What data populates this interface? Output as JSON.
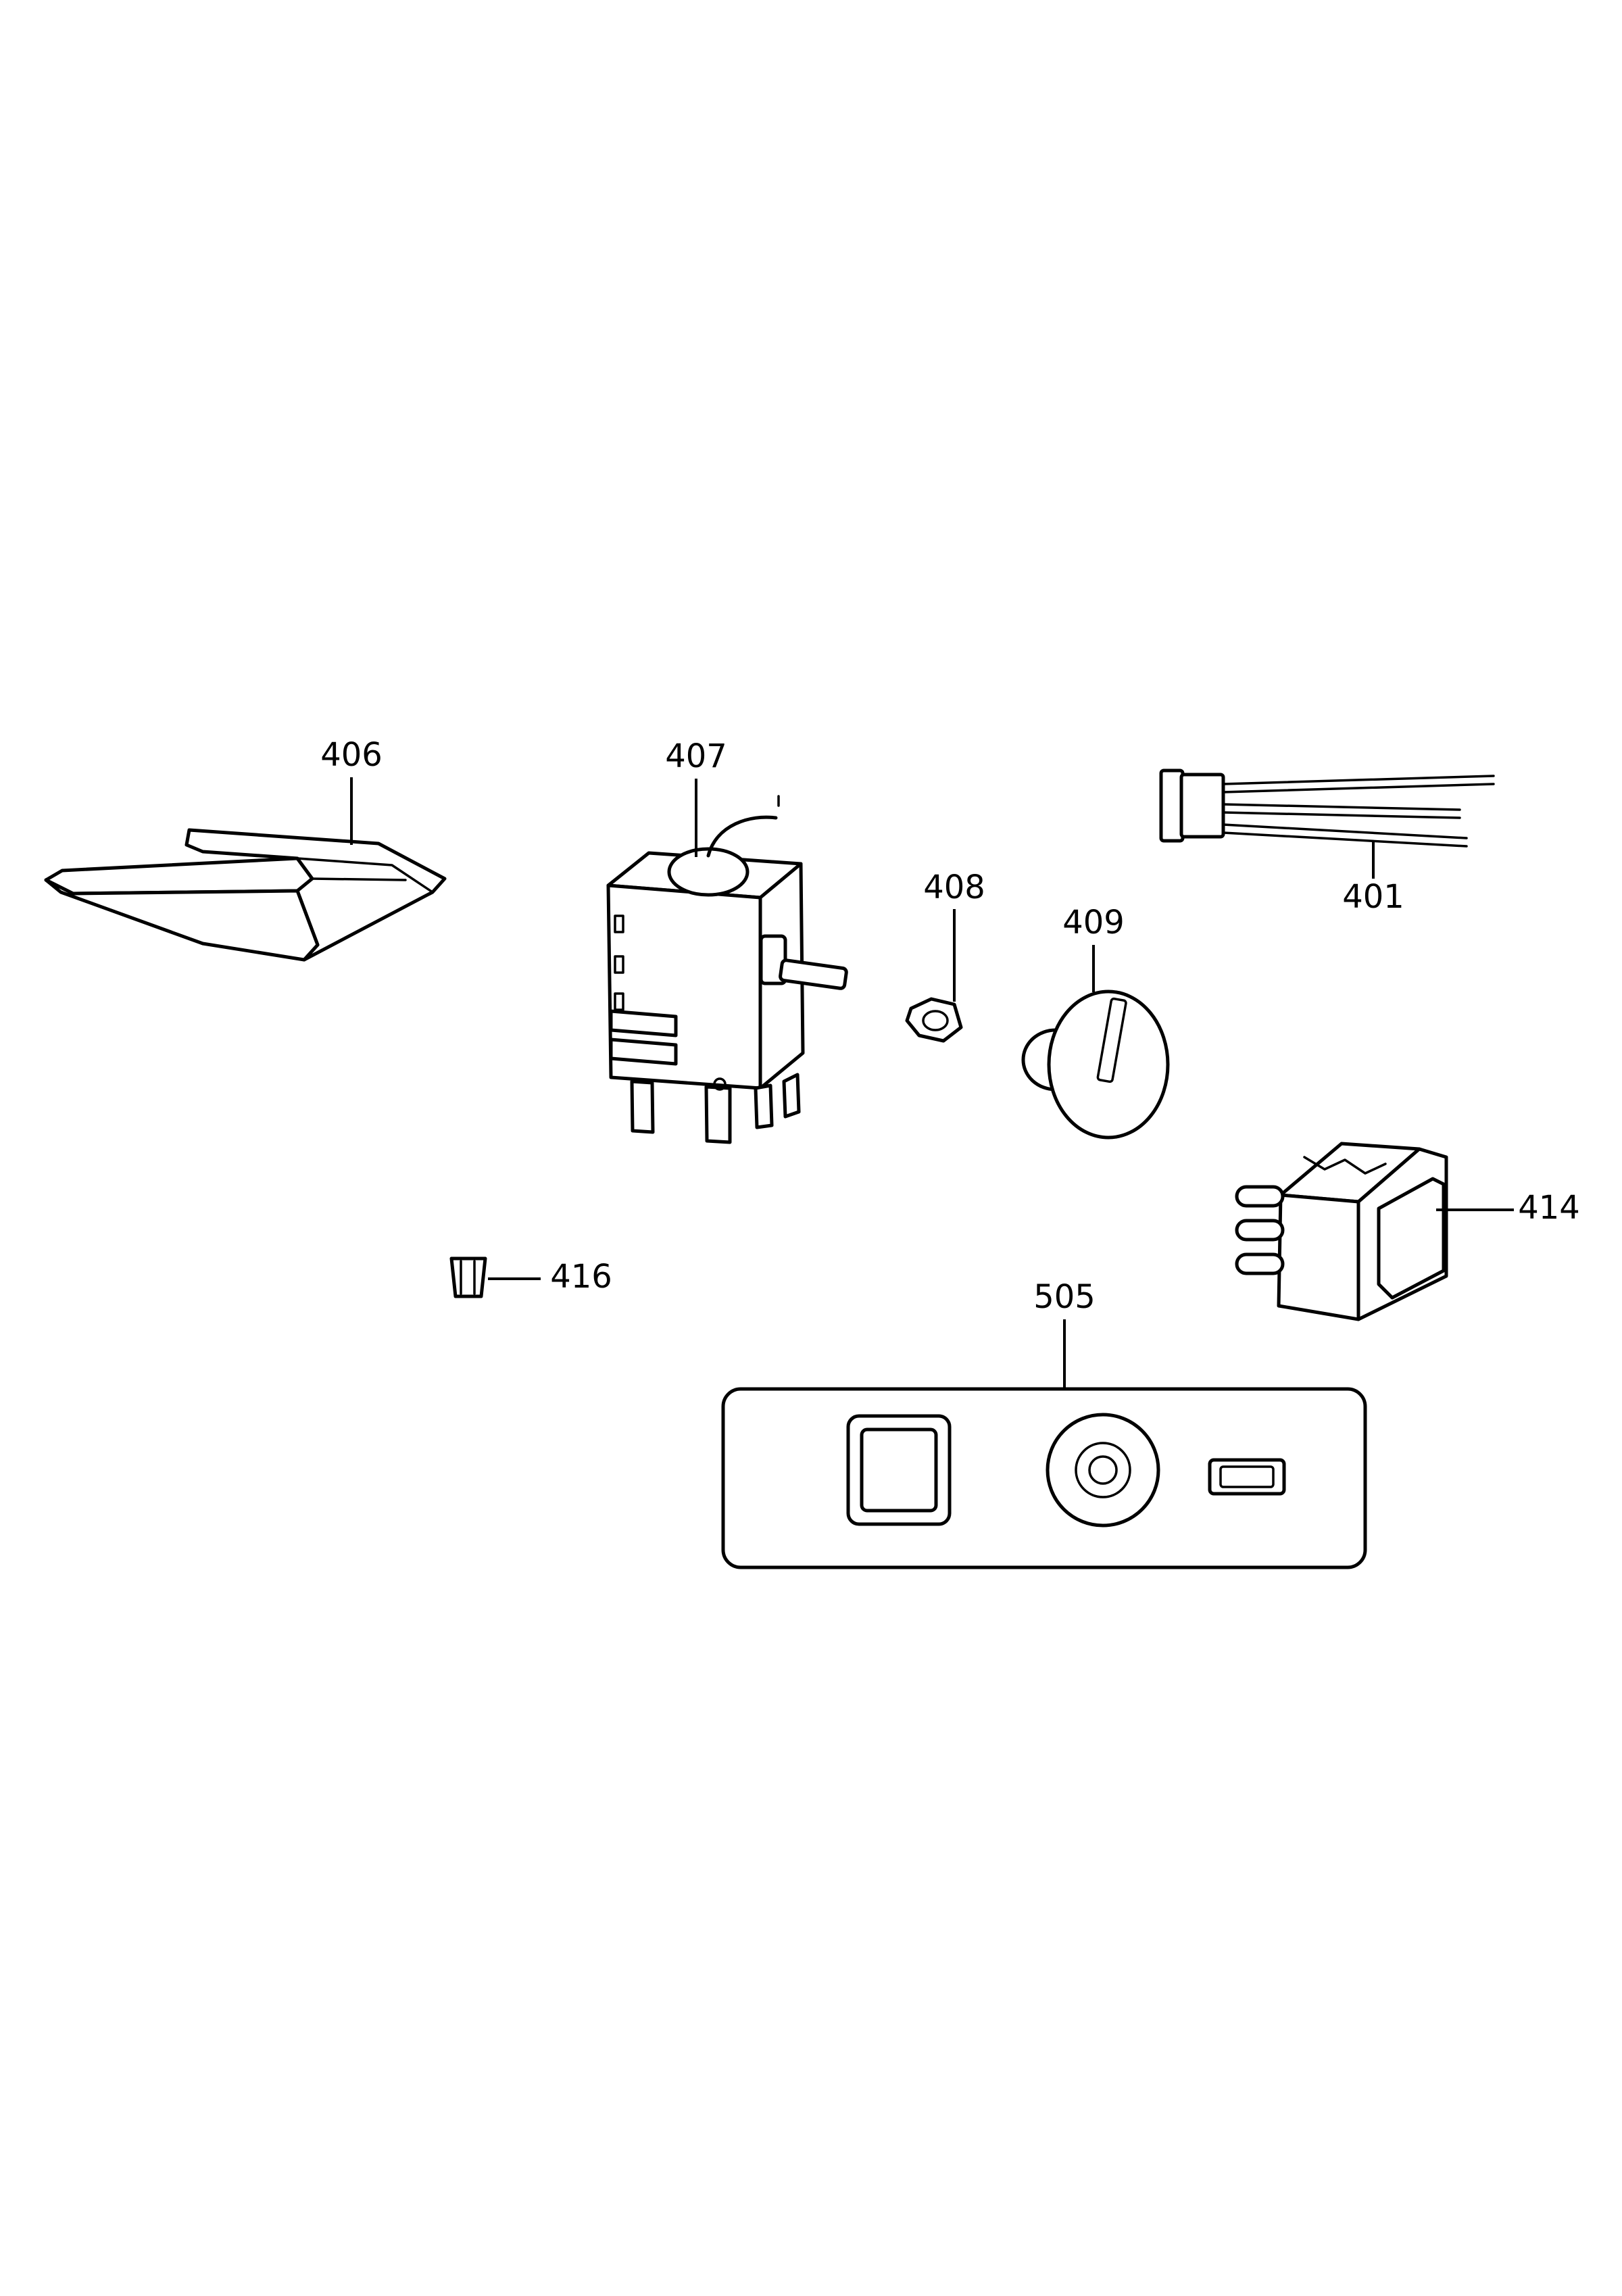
{
  "parts": [
    {
      "id": "p406",
      "number": "406",
      "icon": "thermostat-bracket-icon"
    },
    {
      "id": "p407",
      "number": "407",
      "icon": "thermostat-icon"
    },
    {
      "id": "p408",
      "number": "408",
      "icon": "hex-nut-icon"
    },
    {
      "id": "p409",
      "number": "409",
      "icon": "control-knob-icon"
    },
    {
      "id": "p401",
      "number": "401",
      "icon": "wiring-harness-icon"
    },
    {
      "id": "p414",
      "number": "414",
      "icon": "rocker-switch-icon"
    },
    {
      "id": "p416",
      "number": "416",
      "icon": "clip-icon"
    },
    {
      "id": "p505",
      "number": "505",
      "icon": "control-panel-icon"
    }
  ]
}
